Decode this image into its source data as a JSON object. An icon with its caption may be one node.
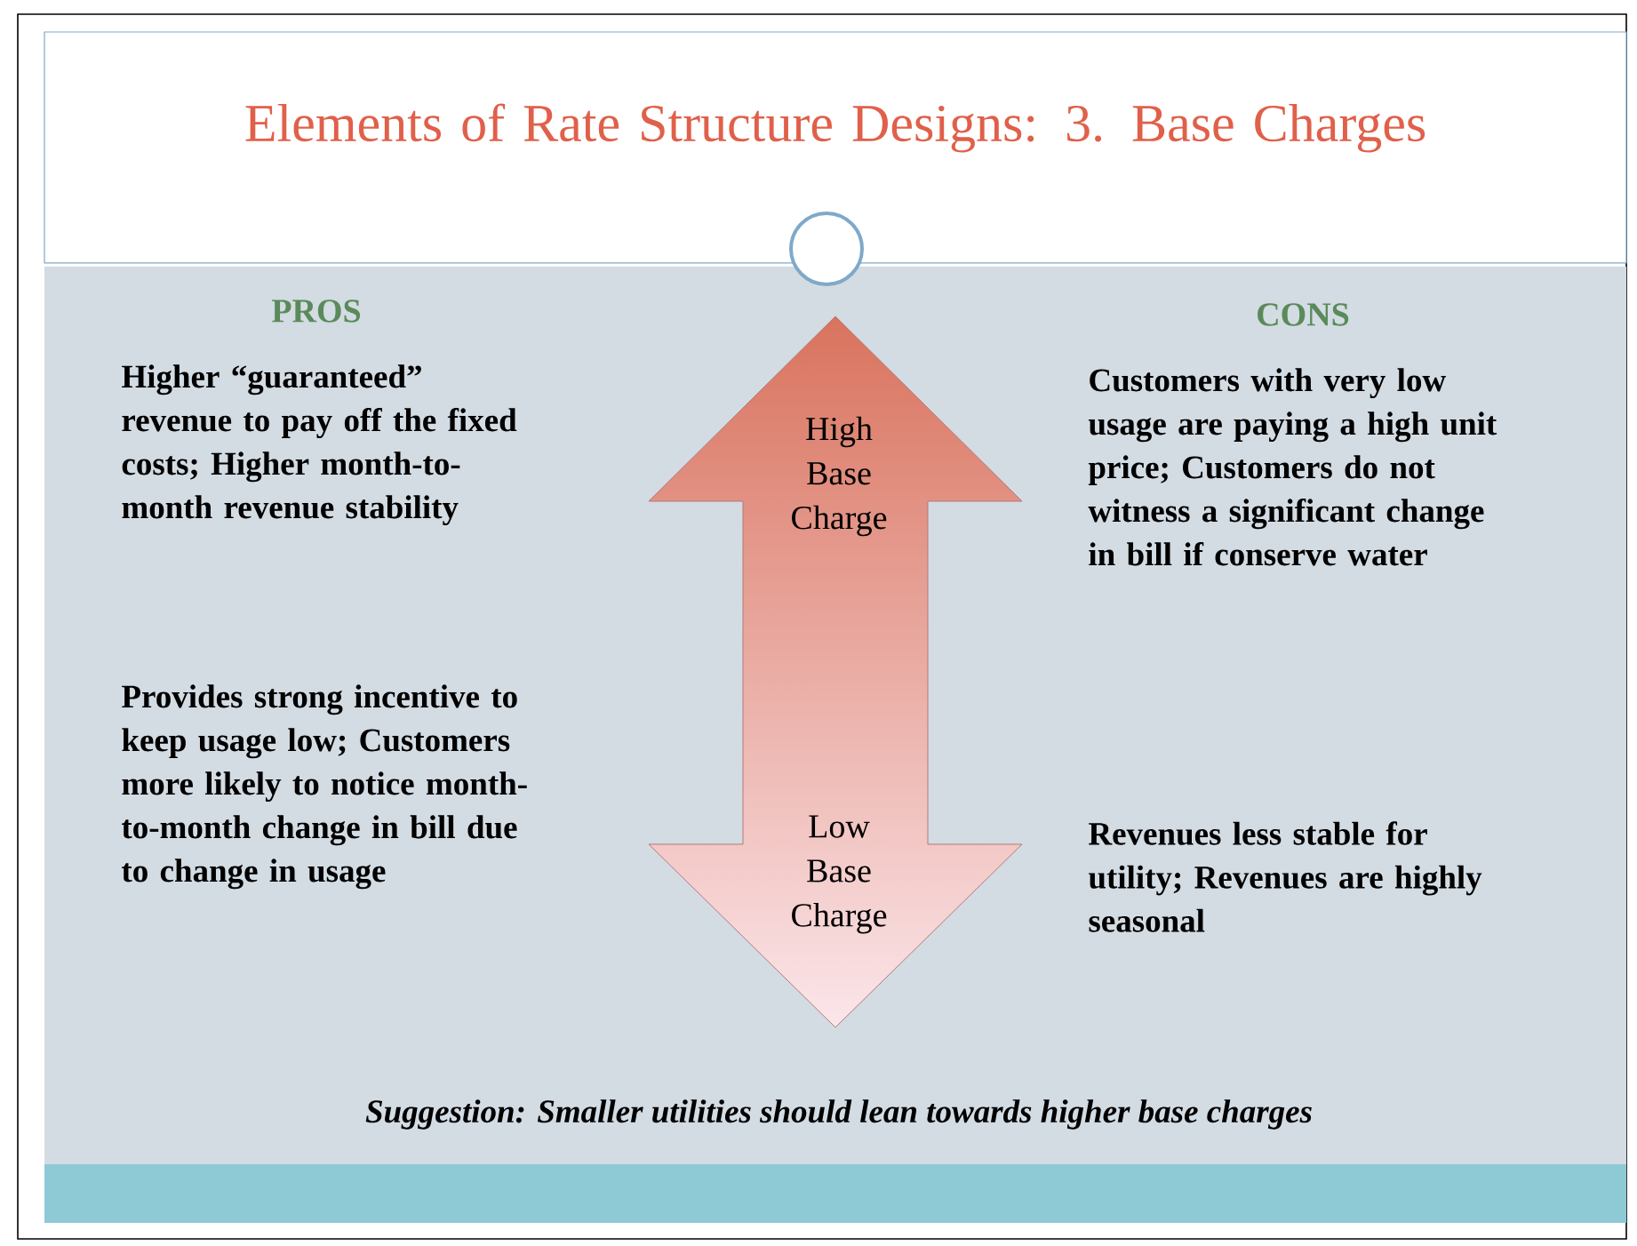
{
  "diagram": {
    "title": "Elements of Rate Structure Designs: 3. Base Charges",
    "caption": "Suggestion: Smaller utilities should lean towards higher base charges",
    "nodes": [
      {
        "text": [
          "High Base Charge",
          "Low Base Charge"
        ]
      }
    ],
    "labels": [
      "PROS",
      "CONS",
      "Higher “guaranteed” revenue to pay off the fixed costs; Higher month-to-month revenue stability",
      "Customers with very low usage are paying a high unit price; Customers do not witness a significant change in bill if conserve water",
      "Provides strong incentive to keep usage low; Customers more likely to notice month-to-month change in bill due to change in usage",
      "Revenues less stable for utility; Revenues are highly seasonal"
    ]
  }
}
